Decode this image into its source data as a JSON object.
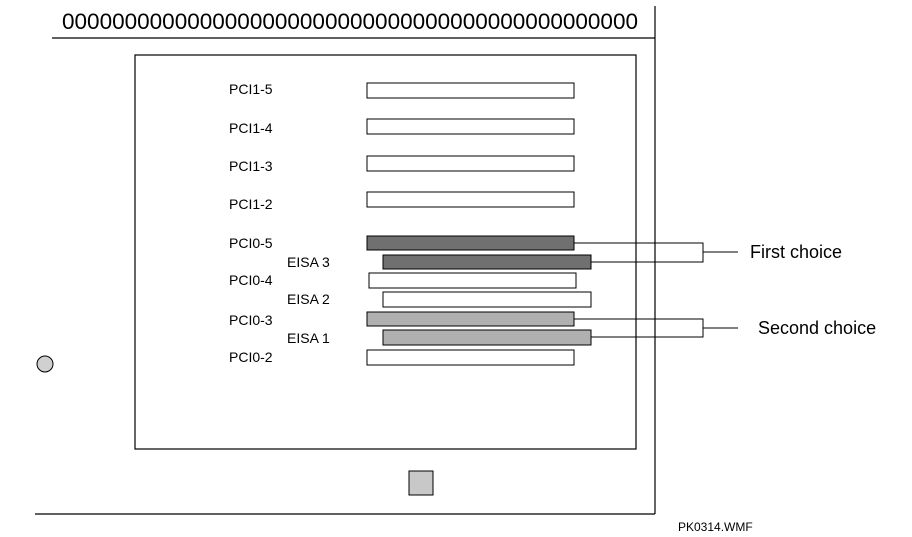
{
  "figure_id": "PK0314.WMF",
  "pins": "0000000000000000000000000000000000000000000000",
  "slots": [
    {
      "id": "pci1-5",
      "label": "PCI1-5",
      "type": "pci",
      "fill": "#ffffff"
    },
    {
      "id": "pci1-4",
      "label": "PCI1-4",
      "type": "pci",
      "fill": "#ffffff"
    },
    {
      "id": "pci1-3",
      "label": "PCI1-3",
      "type": "pci",
      "fill": "#ffffff"
    },
    {
      "id": "pci1-2",
      "label": "PCI1-2",
      "type": "pci",
      "fill": "#ffffff"
    },
    {
      "id": "pci0-5",
      "label": "PCI0-5",
      "type": "pci",
      "fill": "#707070"
    },
    {
      "id": "eisa3",
      "label": "EISA 3",
      "type": "eisa",
      "fill": "#707070"
    },
    {
      "id": "pci0-4",
      "label": "PCI0-4",
      "type": "pci",
      "fill": "#ffffff"
    },
    {
      "id": "eisa2",
      "label": "EISA 2",
      "type": "eisa",
      "fill": "#ffffff"
    },
    {
      "id": "pci0-3",
      "label": "PCI0-3",
      "type": "pci",
      "fill": "#b0b0b0"
    },
    {
      "id": "eisa1",
      "label": "EISA 1",
      "type": "eisa",
      "fill": "#b0b0b0"
    },
    {
      "id": "pci0-2",
      "label": "PCI0-2",
      "type": "pci",
      "fill": "#ffffff"
    }
  ],
  "callouts": [
    {
      "id": "first-choice",
      "label": "First choice",
      "slots": [
        "pci0-5",
        "eisa3"
      ]
    },
    {
      "id": "second-choice",
      "label": "Second choice",
      "slots": [
        "pci0-3",
        "eisa1"
      ]
    }
  ],
  "colors": {
    "line": "#000000",
    "first_choice_fill": "#707070",
    "second_choice_fill": "#b0b0b0",
    "jumper_fill": "#c8c8c8",
    "mount_hole_fill": "#d0d0d0"
  }
}
